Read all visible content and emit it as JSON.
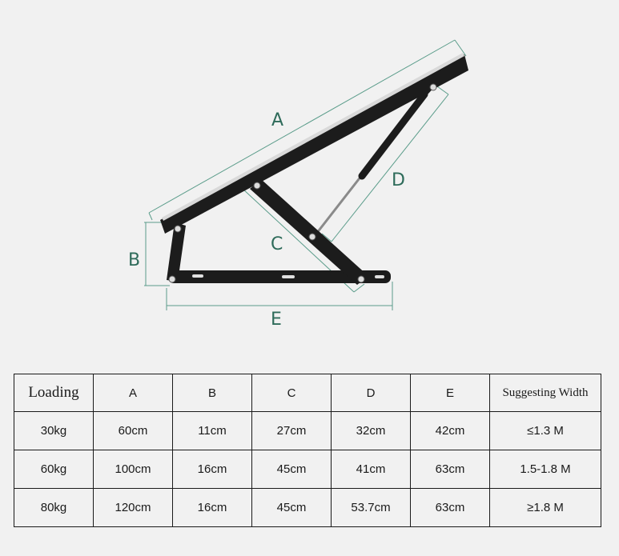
{
  "diagram": {
    "labels": {
      "A": "A",
      "B": "B",
      "C": "C",
      "D": "D",
      "E": "E"
    }
  },
  "table": {
    "headers": [
      "Loading",
      "A",
      "B",
      "C",
      "D",
      "E",
      "Suggesting Width"
    ],
    "rows": [
      [
        "30kg",
        "60cm",
        "11cm",
        "27cm",
        "32cm",
        "42cm",
        "≤1.3 M"
      ],
      [
        "60kg",
        "100cm",
        "16cm",
        "45cm",
        "41cm",
        "63cm",
        "1.5-1.8 M"
      ],
      [
        "80kg",
        "120cm",
        "16cm",
        "45cm",
        "53.7cm",
        "63cm",
        "≥1.8 M"
      ]
    ]
  },
  "colors": {
    "dimension_line": "#5a9c8a",
    "label": "#2e6b5a",
    "metal": "#1c1c1c"
  }
}
